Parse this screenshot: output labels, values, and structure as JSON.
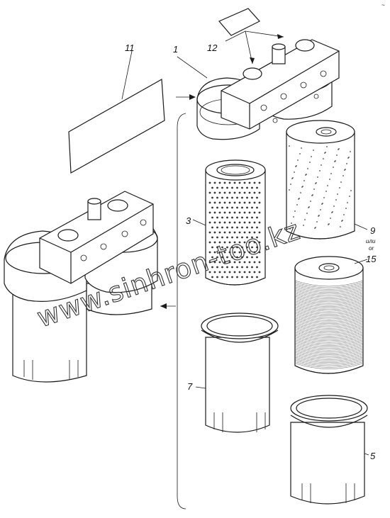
{
  "callouts": {
    "c1": "1",
    "c3": "3",
    "c5": "5",
    "c7": "7",
    "c9": "9",
    "or_ru": "или",
    "or_en": "or",
    "c11": "11",
    "c12": "12",
    "c15": "15"
  },
  "corner_mark": "~",
  "watermark": "www.sinhron-too.kz"
}
